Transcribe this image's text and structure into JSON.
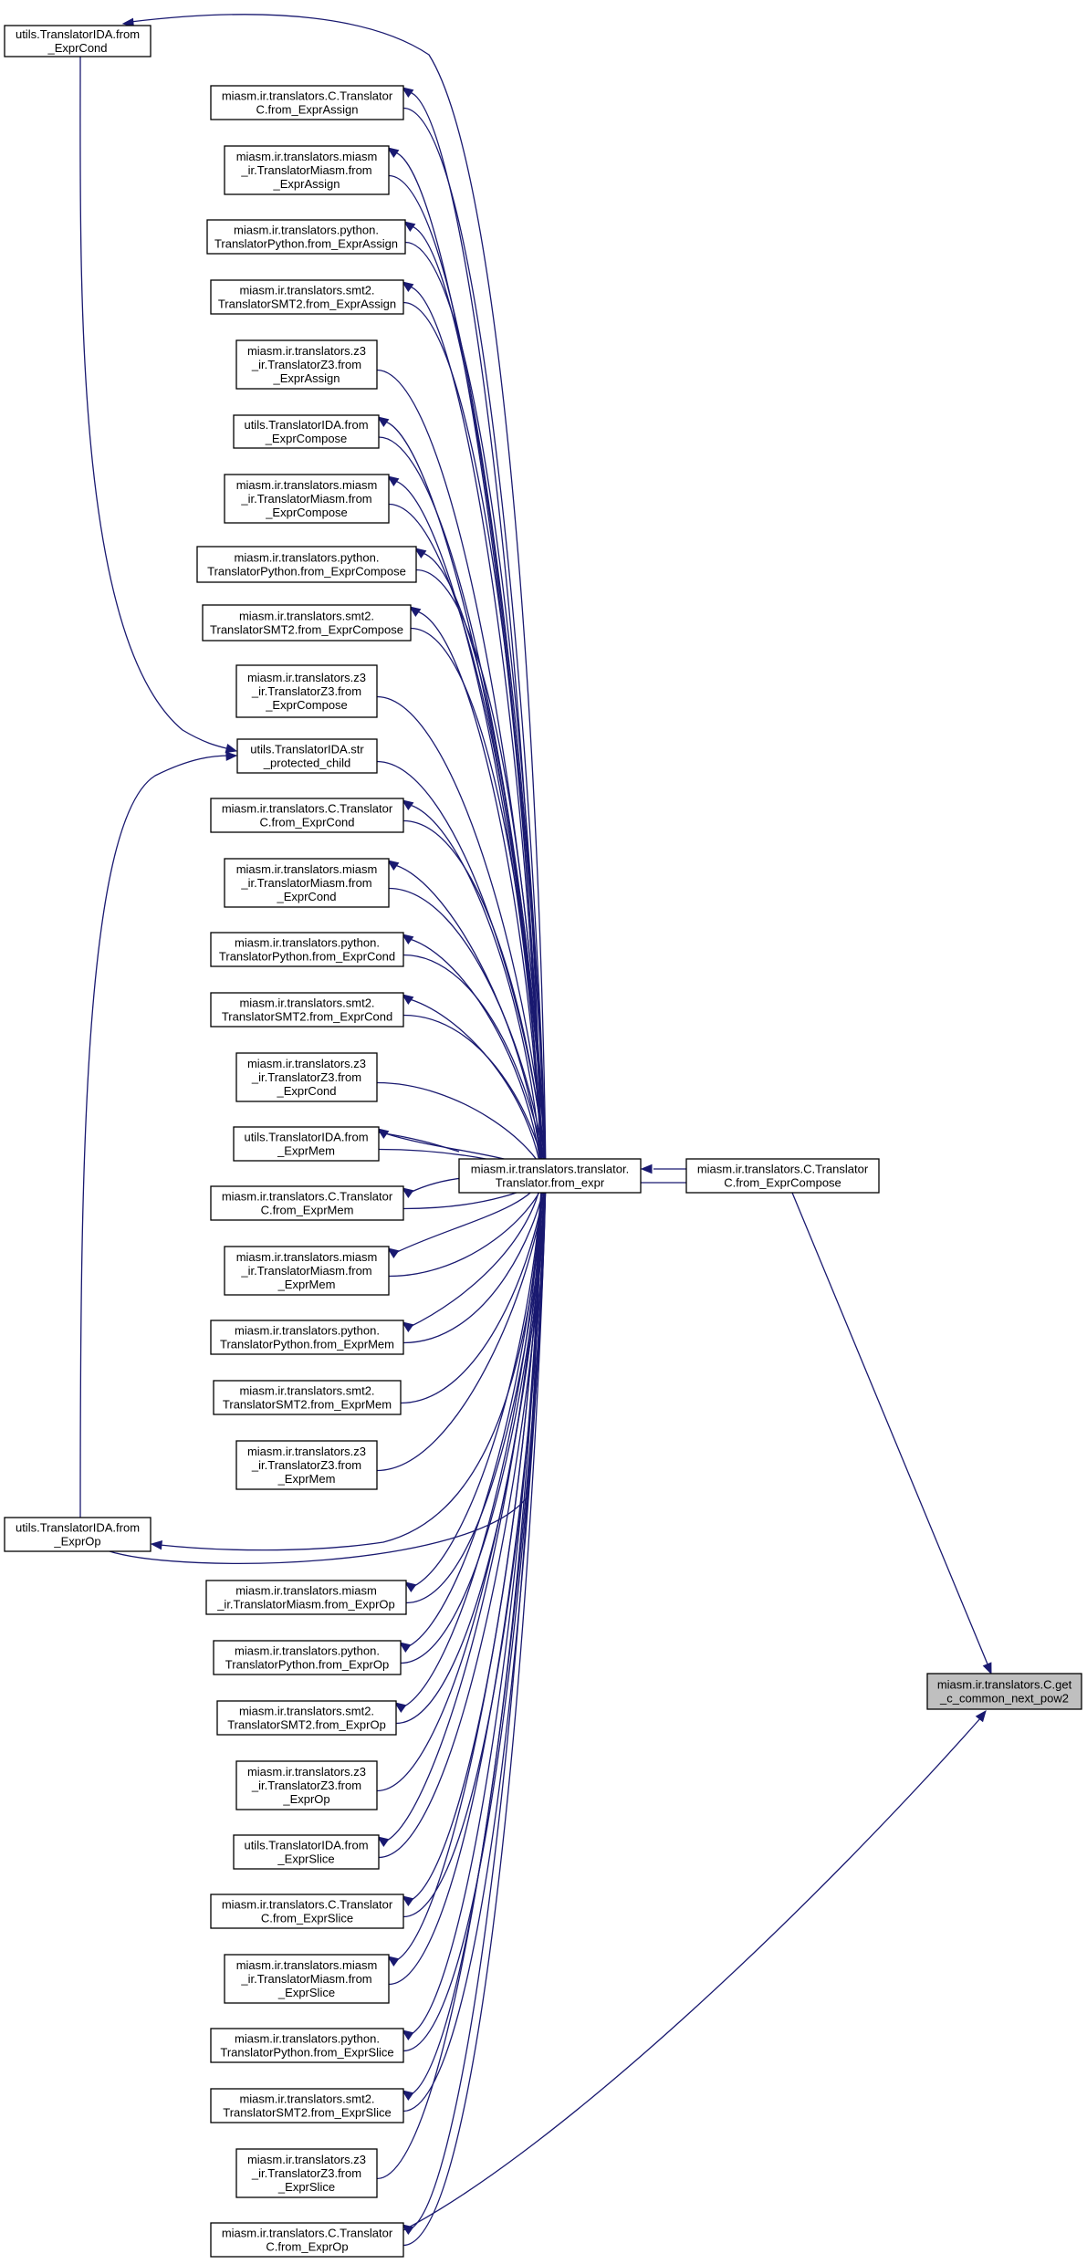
{
  "graph": {
    "nodes": [
      {
        "id": "n_cond_ida",
        "label": "utils.TranslatorIDA.from\n_ExprCond"
      },
      {
        "id": "n_assign_c",
        "label": "miasm.ir.translators.C.Translator\nC.from_ExprAssign"
      },
      {
        "id": "n_assign_miasm",
        "label": "miasm.ir.translators.miasm\n_ir.TranslatorMiasm.from\n_ExprAssign"
      },
      {
        "id": "n_assign_python",
        "label": "miasm.ir.translators.python.\nTranslatorPython.from_ExprAssign"
      },
      {
        "id": "n_assign_smt2",
        "label": "miasm.ir.translators.smt2.\nTranslatorSMT2.from_ExprAssign"
      },
      {
        "id": "n_assign_z3",
        "label": "miasm.ir.translators.z3\n_ir.TranslatorZ3.from\n_ExprAssign"
      },
      {
        "id": "n_compose_ida",
        "label": "utils.TranslatorIDA.from\n_ExprCompose"
      },
      {
        "id": "n_compose_miasm",
        "label": "miasm.ir.translators.miasm\n_ir.TranslatorMiasm.from\n_ExprCompose"
      },
      {
        "id": "n_compose_python",
        "label": "miasm.ir.translators.python.\nTranslatorPython.from_ExprCompose"
      },
      {
        "id": "n_compose_smt2",
        "label": "miasm.ir.translators.smt2.\nTranslatorSMT2.from_ExprCompose"
      },
      {
        "id": "n_compose_z3",
        "label": "miasm.ir.translators.z3\n_ir.TranslatorZ3.from\n_ExprCompose"
      },
      {
        "id": "n_str_protected",
        "label": "utils.TranslatorIDA.str\n_protected_child"
      },
      {
        "id": "n_cond_c",
        "label": "miasm.ir.translators.C.Translator\nC.from_ExprCond"
      },
      {
        "id": "n_cond_miasm",
        "label": "miasm.ir.translators.miasm\n_ir.TranslatorMiasm.from\n_ExprCond"
      },
      {
        "id": "n_cond_python",
        "label": "miasm.ir.translators.python.\nTranslatorPython.from_ExprCond"
      },
      {
        "id": "n_cond_smt2",
        "label": "miasm.ir.translators.smt2.\nTranslatorSMT2.from_ExprCond"
      },
      {
        "id": "n_cond_z3",
        "label": "miasm.ir.translators.z3\n_ir.TranslatorZ3.from\n_ExprCond"
      },
      {
        "id": "n_mem_ida",
        "label": "utils.TranslatorIDA.from\n_ExprMem"
      },
      {
        "id": "n_mem_c",
        "label": "miasm.ir.translators.C.Translator\nC.from_ExprMem"
      },
      {
        "id": "n_mem_miasm",
        "label": "miasm.ir.translators.miasm\n_ir.TranslatorMiasm.from\n_ExprMem"
      },
      {
        "id": "n_mem_python",
        "label": "miasm.ir.translators.python.\nTranslatorPython.from_ExprMem"
      },
      {
        "id": "n_mem_smt2",
        "label": "miasm.ir.translators.smt2.\nTranslatorSMT2.from_ExprMem"
      },
      {
        "id": "n_mem_z3",
        "label": "miasm.ir.translators.z3\n_ir.TranslatorZ3.from\n_ExprMem"
      },
      {
        "id": "n_op_ida",
        "label": "utils.TranslatorIDA.from\n_ExprOp"
      },
      {
        "id": "n_op_miasm",
        "label": "miasm.ir.translators.miasm\n_ir.TranslatorMiasm.from_ExprOp"
      },
      {
        "id": "n_op_python",
        "label": "miasm.ir.translators.python.\nTranslatorPython.from_ExprOp"
      },
      {
        "id": "n_op_smt2",
        "label": "miasm.ir.translators.smt2.\nTranslatorSMT2.from_ExprOp"
      },
      {
        "id": "n_op_z3",
        "label": "miasm.ir.translators.z3\n_ir.TranslatorZ3.from\n_ExprOp"
      },
      {
        "id": "n_slice_ida",
        "label": "utils.TranslatorIDA.from\n_ExprSlice"
      },
      {
        "id": "n_slice_c",
        "label": "miasm.ir.translators.C.Translator\nC.from_ExprSlice"
      },
      {
        "id": "n_slice_miasm",
        "label": "miasm.ir.translators.miasm\n_ir.TranslatorMiasm.from\n_ExprSlice"
      },
      {
        "id": "n_slice_python",
        "label": "miasm.ir.translators.python.\nTranslatorPython.from_ExprSlice"
      },
      {
        "id": "n_slice_smt2",
        "label": "miasm.ir.translators.smt2.\nTranslatorSMT2.from_ExprSlice"
      },
      {
        "id": "n_slice_z3",
        "label": "miasm.ir.translators.z3\n_ir.TranslatorZ3.from\n_ExprSlice"
      },
      {
        "id": "n_op_c",
        "label": "miasm.ir.translators.C.Translator\nC.from_ExprOp"
      },
      {
        "id": "n_from_expr",
        "label": "miasm.ir.translators.translator.\nTranslator.from_expr"
      },
      {
        "id": "n_compose_c",
        "label": "miasm.ir.translators.C.Translator\nC.from_ExprCompose"
      },
      {
        "id": "n_target",
        "label": "miasm.ir.translators.C.get\n_c_common_next_pow2",
        "highlight": true
      }
    ]
  }
}
